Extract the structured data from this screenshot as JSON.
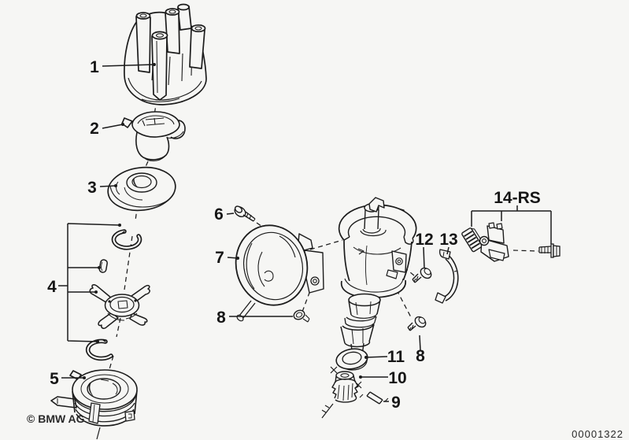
{
  "page": {
    "background": "#f6f6f4",
    "ink": "#1c1c1c"
  },
  "callouts": [
    "1",
    "2",
    "3",
    "4",
    "5",
    "6",
    "7",
    "8",
    "8",
    "9",
    "10",
    "11",
    "12",
    "13",
    "14-RS"
  ],
  "footer": {
    "copyright": "© BMW AG",
    "document_number": "00001322"
  }
}
